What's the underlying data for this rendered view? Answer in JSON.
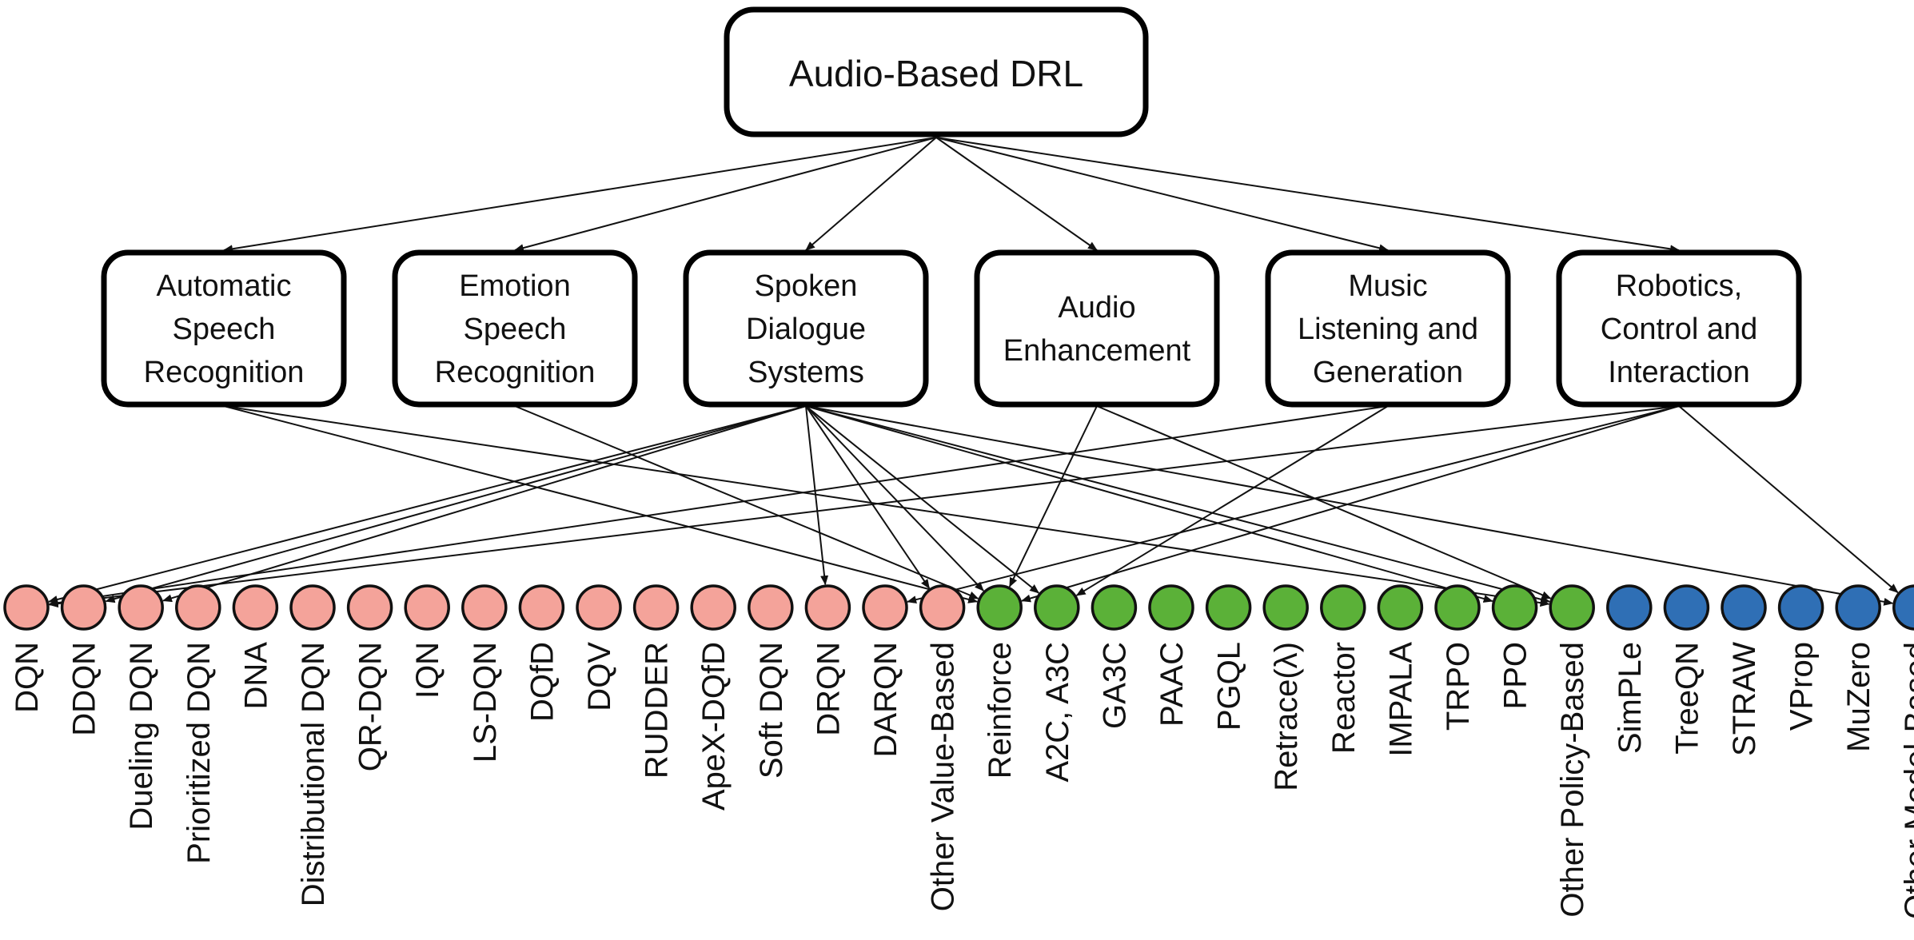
{
  "root": {
    "label": "Audio-Based DRL"
  },
  "categories": [
    {
      "id": "asr",
      "lines": [
        "Automatic",
        "Speech",
        "Recognition"
      ]
    },
    {
      "id": "esr",
      "lines": [
        "Emotion",
        "Speech",
        "Recognition"
      ]
    },
    {
      "id": "sds",
      "lines": [
        "Spoken",
        "Dialogue",
        "Systems"
      ]
    },
    {
      "id": "ae",
      "lines": [
        "Audio",
        "Enhancement"
      ]
    },
    {
      "id": "mlg",
      "lines": [
        "Music",
        "Listening and",
        "Generation"
      ]
    },
    {
      "id": "rci",
      "lines": [
        "Robotics,",
        "Control and",
        "Interaction"
      ]
    }
  ],
  "colors": {
    "value_based": "#f4a39a",
    "policy_based": "#5bb138",
    "model_based": "#2f6fb5"
  },
  "leaves": [
    {
      "label": "DQN",
      "group": "value_based"
    },
    {
      "label": "DDQN",
      "group": "value_based"
    },
    {
      "label": "Dueling DQN",
      "group": "value_based"
    },
    {
      "label": "Prioritized DQN",
      "group": "value_based"
    },
    {
      "label": "DNA",
      "group": "value_based"
    },
    {
      "label": "Distributional DQN",
      "group": "value_based"
    },
    {
      "label": "QR-DQN",
      "group": "value_based"
    },
    {
      "label": "IQN",
      "group": "value_based"
    },
    {
      "label": "LS-DQN",
      "group": "value_based"
    },
    {
      "label": "DQfD",
      "group": "value_based"
    },
    {
      "label": "DQV",
      "group": "value_based"
    },
    {
      "label": "RUDDER",
      "group": "value_based"
    },
    {
      "label": "ApeX-DQfD",
      "group": "value_based"
    },
    {
      "label": "Soft DQN",
      "group": "value_based"
    },
    {
      "label": "DRQN",
      "group": "value_based"
    },
    {
      "label": "DARQN",
      "group": "value_based"
    },
    {
      "label": "Other Value-Based",
      "group": "value_based"
    },
    {
      "label": "Reinforce",
      "group": "policy_based"
    },
    {
      "label": "A2C, A3C",
      "group": "policy_based"
    },
    {
      "label": "GA3C",
      "group": "policy_based"
    },
    {
      "label": "PAAC",
      "group": "policy_based"
    },
    {
      "label": "PGQL",
      "group": "policy_based"
    },
    {
      "label": "Retrace(λ)",
      "group": "policy_based"
    },
    {
      "label": "Reactor",
      "group": "policy_based"
    },
    {
      "label": "IMPALA",
      "group": "policy_based"
    },
    {
      "label": "TRPO",
      "group": "policy_based"
    },
    {
      "label": "PPO",
      "group": "policy_based"
    },
    {
      "label": "Other Policy-Based",
      "group": "policy_based"
    },
    {
      "label": "SimPLe",
      "group": "model_based"
    },
    {
      "label": "TreeQN",
      "group": "model_based"
    },
    {
      "label": "STRAW",
      "group": "model_based"
    },
    {
      "label": "VProp",
      "group": "model_based"
    },
    {
      "label": "MuZero",
      "group": "model_based"
    },
    {
      "label": "Other Model-Based",
      "group": "model_based"
    }
  ],
  "edges": [
    {
      "from": "asr",
      "to": "Reinforce"
    },
    {
      "from": "asr",
      "to": "Other Policy-Based"
    },
    {
      "from": "esr",
      "to": "Reinforce"
    },
    {
      "from": "sds",
      "to": "DQN"
    },
    {
      "from": "sds",
      "to": "DDQN"
    },
    {
      "from": "sds",
      "to": "Dueling DQN"
    },
    {
      "from": "sds",
      "to": "DRQN"
    },
    {
      "from": "sds",
      "to": "Other Value-Based"
    },
    {
      "from": "sds",
      "to": "Reinforce"
    },
    {
      "from": "sds",
      "to": "A2C, A3C"
    },
    {
      "from": "sds",
      "to": "PPO"
    },
    {
      "from": "sds",
      "to": "Other Policy-Based"
    },
    {
      "from": "sds",
      "to": "Other Model-Based"
    },
    {
      "from": "ae",
      "to": "Reinforce"
    },
    {
      "from": "ae",
      "to": "Other Policy-Based"
    },
    {
      "from": "mlg",
      "to": "DQN"
    },
    {
      "from": "mlg",
      "to": "A2C, A3C"
    },
    {
      "from": "rci",
      "to": "DQN"
    },
    {
      "from": "rci",
      "to": "DARQN"
    },
    {
      "from": "rci",
      "to": "Reinforce"
    },
    {
      "from": "rci",
      "to": "Other Model-Based"
    }
  ]
}
